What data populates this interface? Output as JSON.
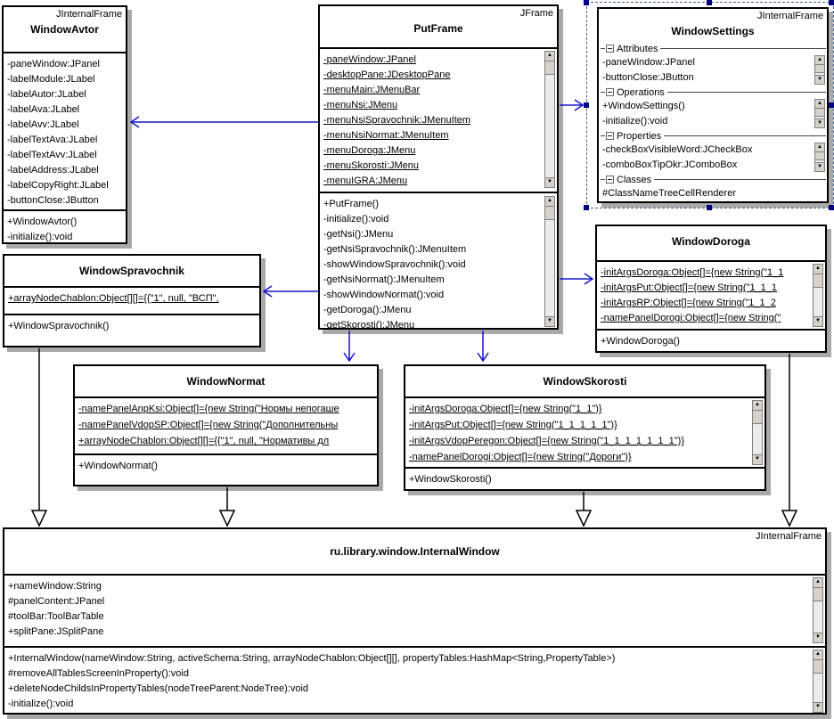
{
  "colors": {
    "connector_blue": "#1515cc",
    "generalization_black": "#000000",
    "selection_handle_navy": "#000080",
    "selection_dash_blue": "#44608e",
    "box_shadow_gray": "#a9a9a9",
    "box_background": "#ffffff"
  },
  "classes": {
    "window_avtor": {
      "stereotype": "JInternalFrame",
      "name": "WindowAvtor",
      "attributes": [
        "-paneWindow:JPanel",
        "-labelModule:JLabel",
        "-labelAutor:JLabel",
        "-labelAva:JLabel",
        "-labelAvv:JLabel",
        "-labelTextAva:JLabel",
        "-labelTextAvv:JLabel",
        "-labelAddress:JLabel",
        "-labelCopyRight:JLabel",
        "-buttonClose:JButton"
      ],
      "methods": [
        "+WindowAvtor()",
        "-initialize():void"
      ]
    },
    "put_frame": {
      "stereotype": "JFrame",
      "name": "PutFrame",
      "attributes": [
        "-paneWindow:JPanel",
        "-desktopPane:JDesktopPane",
        "-menuMain:JMenuBar",
        "-menuNsi:JMenu",
        "-menuNsiSpravochnik:JMenuItem",
        "-menuNsiNormat:JMenuItem",
        "-menuDoroga:JMenu",
        "-menuSkorosti:JMenu",
        "-menuIGRA:JMenu"
      ],
      "methods": [
        "+PutFrame()",
        "-initialize():void",
        "-getNsi():JMenu",
        "-getNsiSpravochnik():JMenuItem",
        "-showWindowSpravochnik():void",
        "-getNsiNormat():JMenuItem",
        "-showWindowNormat():void",
        "-getDoroga():JMenu",
        "-getSkorosti():JMenu"
      ]
    },
    "window_settings": {
      "stereotype": "JInternalFrame",
      "name": "WindowSettings",
      "groups": [
        {
          "label": "Attributes",
          "items": [
            "-paneWindow:JPanel",
            "-buttonClose:JButton"
          ]
        },
        {
          "label": "Operations",
          "items": [
            "+WindowSettings()",
            "-initialize():void"
          ]
        },
        {
          "label": "Properties",
          "items": [
            "-checkBoxVisibleWord:JCheckBox",
            "-comboBoxTipOkr:JComboBox"
          ]
        },
        {
          "label": "Classes",
          "items": [
            "#ClassNameTreeCellRenderer"
          ]
        }
      ]
    },
    "window_spravochnik": {
      "name": "WindowSpravochnik",
      "attributes": [
        "+arrayNodeChablon:Object[][]={{\"1\", null, \"ВСП\","
      ],
      "methods": [
        "+WindowSpravochnik()"
      ]
    },
    "window_doroga": {
      "name": "WindowDoroga",
      "attributes": [
        "-initArgsDoroga:Object[]={new String(\"1_1",
        "-initArgsPut:Object[]={new String(\"1_1_1",
        "-initArgsRP:Object[]={new String(\"1_1_2",
        "-namePanelDorogi:Object[]={new String(\""
      ],
      "methods": [
        "+WindowDoroga()"
      ]
    },
    "window_normat": {
      "name": "WindowNormat",
      "attributes": [
        "-namePanelAnpKsi:Object[]={new String(\"Нормы непогаше",
        "-namePanelVdopSP:Object[]={new String(\"Дополнительны",
        "+arrayNodeChablon:Object[][]={{\"1\", null, \"Нормативы дл"
      ],
      "methods": [
        "+WindowNormat()"
      ]
    },
    "window_skorosti": {
      "name": "WindowSkorosti",
      "attributes": [
        "-initArgsDoroga:Object[]={new String(\"1_1\")}",
        "-initArgsPut:Object[]={new String(\"1_1_1_1_1\")}",
        "-initArgsVdopPeregon:Object[]={new String(\"1_1_1_1_1_1_1\")}",
        "-namePanelDorogi:Object[]={new String(\"Дороги\")}"
      ],
      "methods": [
        "+WindowSkorosti()"
      ]
    },
    "internal_window": {
      "stereotype": "JInternalFrame",
      "name": "ru.library.window.InternalWindow",
      "attributes": [
        "+nameWindow:String",
        "#panelContent:JPanel",
        "#toolBar:ToolBarTable",
        "+splitPane:JSplitPane"
      ],
      "methods": [
        "+InternalWindow(nameWindow:String, activeSchema:String, arrayNodeChablon:Object[][], propertyTables:HashMap<String,PropertyTable>)",
        "#removeAllTablesScreenInProperty():void",
        "+deleteNodeChildsInPropertyTables(nodeTreeParent:NodeTree):void",
        "-initialize():void"
      ]
    }
  }
}
